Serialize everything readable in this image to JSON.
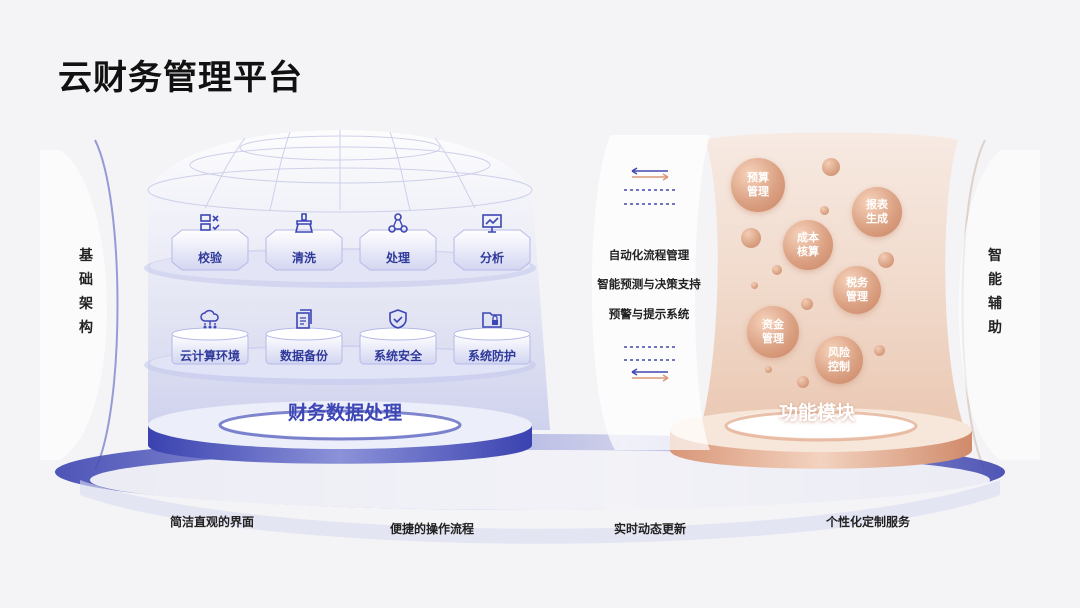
{
  "title": "云财务管理平台",
  "left_side": {
    "chars": [
      "基",
      "础",
      "架",
      "构"
    ]
  },
  "right_side": {
    "chars": [
      "智",
      "能",
      "辅",
      "助"
    ]
  },
  "data_processing": {
    "label": "财务数据处理",
    "row1": [
      {
        "label": "校验",
        "icon": "checklist-icon"
      },
      {
        "label": "清洗",
        "icon": "broom-icon"
      },
      {
        "label": "处理",
        "icon": "nodes-icon"
      },
      {
        "label": "分析",
        "icon": "presentation-chart-icon"
      }
    ],
    "row2": [
      {
        "label": "云计算环境",
        "icon": "cloud-network-icon"
      },
      {
        "label": "数据备份",
        "icon": "documents-icon"
      },
      {
        "label": "系统安全",
        "icon": "shield-check-icon"
      },
      {
        "label": "系统防护",
        "icon": "folder-lock-icon"
      }
    ]
  },
  "middle": {
    "items": [
      "自动化流程管理",
      "智能预测与决策支持",
      "预警与提示系统"
    ]
  },
  "function_module": {
    "label": "功能模块",
    "bubbles": [
      {
        "line1": "预算",
        "line2": "管理"
      },
      {
        "line1": "报表",
        "line2": "生成"
      },
      {
        "line1": "成本",
        "line2": "核算"
      },
      {
        "line1": "税务",
        "line2": "管理"
      },
      {
        "line1": "资金",
        "line2": "管理"
      },
      {
        "line1": "风险",
        "line2": "控制"
      }
    ]
  },
  "bottom": {
    "items": [
      "简洁直观的界面",
      "便捷的操作流程",
      "实时动态更新",
      "个性化定制服务"
    ]
  },
  "colors": {
    "primary": "#3d46b5",
    "accent": "#d9a07f",
    "text": "#222222"
  }
}
